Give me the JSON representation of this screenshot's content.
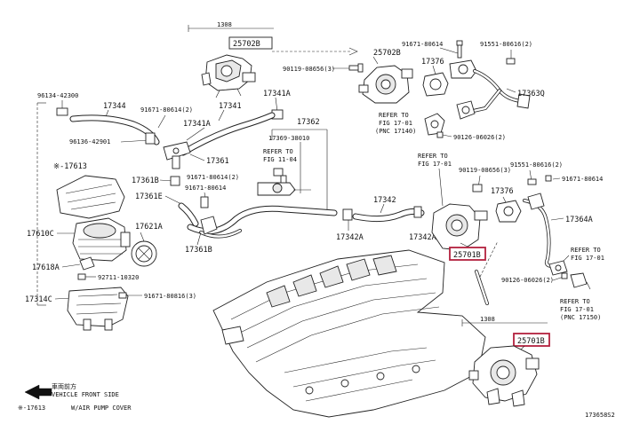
{
  "labels": {
    "bracket_top": "1308",
    "p25702B": "25702B",
    "p25702B_b": "25702B",
    "p90119_08656_a": "90119-08656(3)",
    "p91671_80614_a": "91671-80614",
    "p91551_80616_a": "91551-80616(2)",
    "p17376_a": "17376",
    "p17363Q": "17363Q",
    "p96134_42300": "96134-42300",
    "p17344": "17344",
    "p91671_80614_2": "91671-80614(2)",
    "p17341": "17341",
    "p17341A": "17341A",
    "p17341A_b": "17341A",
    "p96136_42901": "96136-42901",
    "p17361": "17361",
    "p17362": "17362",
    "p17369_38010": "17369-38010",
    "refer1_l1": "REFER TO",
    "refer1_l2": "FIG 11-04",
    "refer2_l1": "REFER TO",
    "refer2_l2": "FIG 17-01",
    "refer2_l3": "(PNC 17140)",
    "p90126_06026_a": "90126-06026(2)",
    "p17613": "※-17613",
    "p17361B": "17361B",
    "p91671_80614_2b": "91671-80614(2)",
    "p91671_80614_c": "91671-80614",
    "p17361E": "17361E",
    "p17610C": "17610C",
    "p17621A": "17621A",
    "p17618A": "17618A",
    "p92711_10320": "92711-10320",
    "p17314C": "17314C",
    "p91671_80816": "91671-80816(3)",
    "p17361B_b": "17361B",
    "p17342": "17342",
    "p17342A": "17342A",
    "p17342A_b": "17342A",
    "refer3_l1": "REFER TO",
    "refer3_l2": "FIG 17-01",
    "p90119_08656_b": "90119-08656(3)",
    "p91551_80616_b": "91551-80616(2)",
    "p17376_b": "17376",
    "p91671_80614_d": "91671-80614",
    "p17364A": "17364A",
    "p25701B_a": "25701B",
    "refer4_l1": "REFER TO",
    "refer4_l2": "FIG 17-01",
    "p90126_06026_b": "90126-06026(2)",
    "refer5_l1": "REFER TO",
    "refer5_l2": "FIG 17-01",
    "refer5_l3": "(PNC 17150)",
    "bracket_bottom": "1308",
    "p25701B_b": "25701B",
    "front_jp": "車両前方",
    "front_en": "VEHICLE FRONT SIDE",
    "footnote_code": "※-17613",
    "footnote_text": "W/AIR PUMP COVER",
    "diagram_id": "173658S2"
  },
  "colors": {
    "highlight": "#b3213e",
    "ink": "#222222"
  }
}
